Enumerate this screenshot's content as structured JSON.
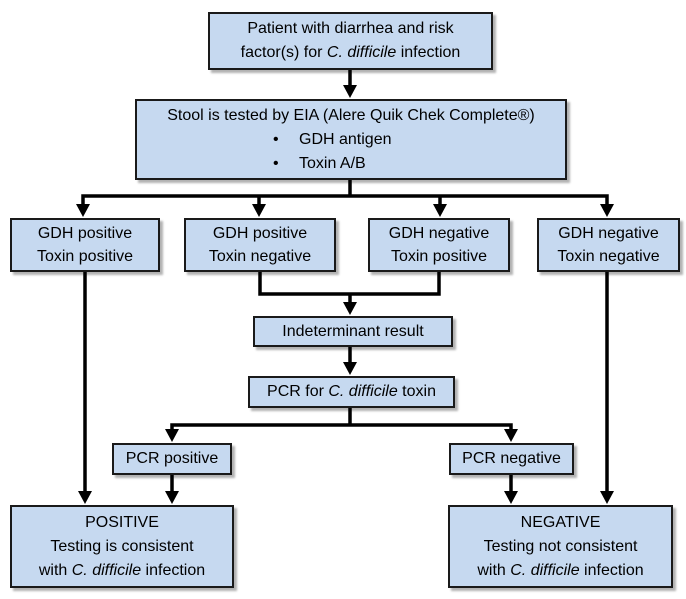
{
  "canvas": {
    "bullet_char": "•",
    "colors": {
      "background": "#ffffff",
      "box_fill": "#c6d9f0",
      "box_border": "#1a1a1a",
      "arrow": "#000000",
      "text": "#000000"
    }
  },
  "diagram": {
    "type": "flowchart",
    "topic": "C. difficile infection testing algorithm"
  },
  "nodes": {
    "patient": {
      "text": "Patient with diarrhea and risk\nfactor(s) for *C. difficile* infection"
    },
    "eia": {
      "title": "Stool is tested by EIA (Alere Quik Chek Complete®)",
      "bullets": [
        "GDH antigen",
        "Toxin A/B"
      ]
    },
    "gdh_pos_toxin_pos": {
      "text": "GDH positive\nToxin positive"
    },
    "gdh_pos_toxin_neg": {
      "text": "GDH positive\nToxin negative"
    },
    "gdh_neg_toxin_pos": {
      "text": "GDH negative\nToxin positive"
    },
    "gdh_neg_toxin_neg": {
      "text": "GDH negative\nToxin negative"
    },
    "indeterminant": {
      "text": "Indeterminant result"
    },
    "pcr": {
      "text": "PCR for *C. difficile* toxin"
    },
    "pcr_positive": {
      "text": "PCR positive"
    },
    "pcr_negative": {
      "text": "PCR negative"
    },
    "positive_result": {
      "text": "POSITIVE\nTesting is consistent\nwith *C. difficile* infection"
    },
    "negative_result": {
      "text": "NEGATIVE\nTesting not consistent\nwith *C. difficile* infection"
    }
  }
}
